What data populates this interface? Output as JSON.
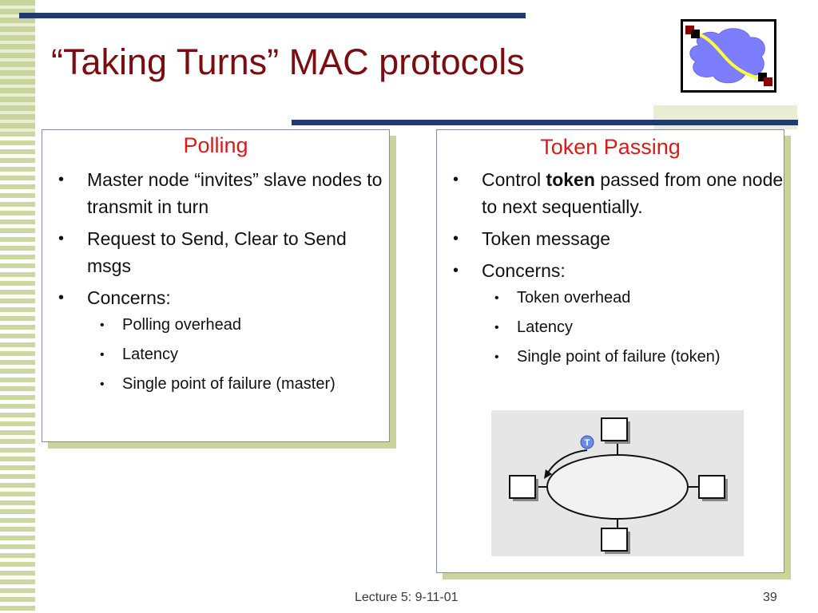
{
  "slide": {
    "title": "“Taking Turns” MAC protocols",
    "footer_left": "Lecture 5: 9-11-01",
    "page_number": "39"
  },
  "polling": {
    "heading": "Polling",
    "items": [
      "Master node “invites” slave nodes to transmit in turn",
      "Request to Send, Clear to Send msgs",
      "Concerns:"
    ],
    "subitems": [
      "Polling overhead",
      "Latency",
      "Single point of failure (master)"
    ]
  },
  "token_passing": {
    "heading": "Token Passing",
    "items": [
      {
        "before": "Control ",
        "bold": "token",
        "after": " passed from one node to next sequentially."
      },
      "Token message",
      "Concerns:"
    ],
    "subitems": [
      "Token overhead",
      "Latency",
      "Single point of failure (token)"
    ],
    "diagram": {
      "token_label": "T"
    }
  },
  "colors": {
    "title": "#7a0d10",
    "heading": "#d91a1a",
    "bar": "#1f3a6c",
    "stripe": "#ccd8a4"
  }
}
